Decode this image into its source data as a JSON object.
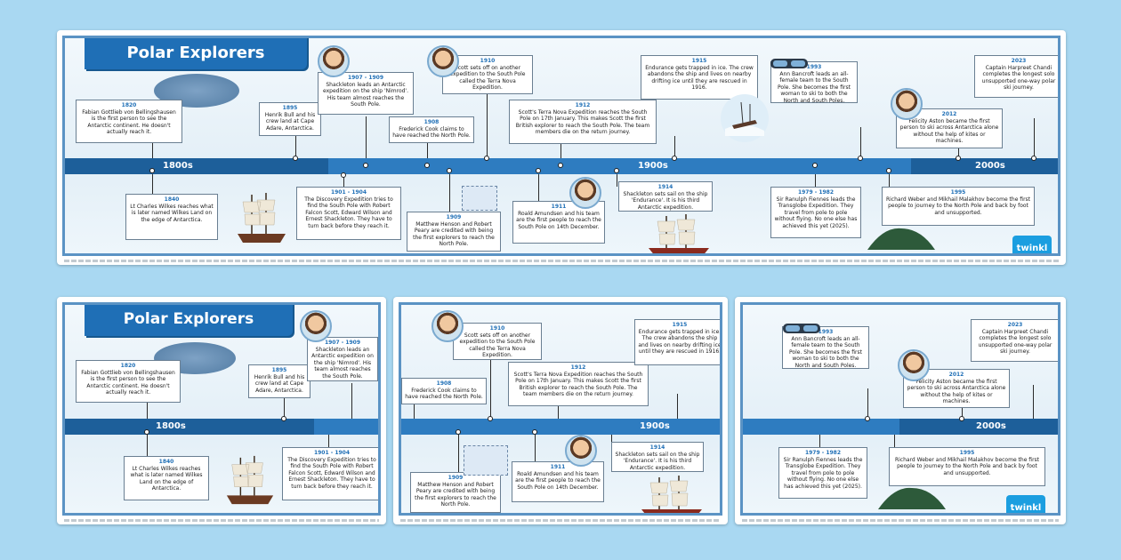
{
  "title": "Polar Explorers",
  "eras": {
    "e1800": "1800s",
    "e1900": "1900s",
    "e2000": "2000s"
  },
  "brand": "twinkl",
  "colors": {
    "accent": "#1f6fb6",
    "band_dark": "#1d5f9a",
    "band_light": "#2e7cc0",
    "background": "#a9d8f2"
  },
  "events": {
    "e1820": {
      "year": "1820",
      "text": "Fabian Gottlieb von Bellingshausen is the first person to see the Antarctic continent. He doesn't actually reach it."
    },
    "e1840": {
      "year": "1840",
      "text": "Lt Charles Wilkes reaches what is later named Wilkes Land on the edge of Antarctica."
    },
    "e1895": {
      "year": "1895",
      "text": "Henrik Bull and his crew land at Cape Adare, Antarctica."
    },
    "e1901": {
      "year": "1901 - 1904",
      "text": "The Discovery Expedition tries to find the South Pole with Robert Falcon Scott, Edward Wilson and Ernest Shackleton. They have to turn back before they reach it."
    },
    "e1907": {
      "year": "1907 - 1909",
      "text": "Shackleton leads an Antarctic expedition on the ship 'Nimrod'. His team almost reaches the South Pole."
    },
    "e1908": {
      "year": "1908",
      "text": "Frederick Cook claims to have reached the North Pole."
    },
    "e1909": {
      "year": "1909",
      "text": "Matthew Henson and Robert Peary are credited with being the first explorers to reach the North Pole."
    },
    "e1910": {
      "year": "1910",
      "text": "Scott sets off on another expedition to the South Pole called the Terra Nova Expedition."
    },
    "e1911": {
      "year": "1911",
      "text": "Roald Amundsen and his team are the first people to reach the South Pole on 14th December."
    },
    "e1912": {
      "year": "1912",
      "text": "Scott's Terra Nova Expedition reaches the South Pole on 17th January. This makes Scott the first British explorer to reach the South Pole. The team members die on the return journey."
    },
    "e1914": {
      "year": "1914",
      "text": "Shackleton sets sail on the ship 'Endurance'. It is his third Antarctic expedition."
    },
    "e1915": {
      "year": "1915",
      "text": "Endurance gets trapped in ice. The crew abandons the ship and lives on nearby drifting ice until they are rescued in 1916."
    },
    "e1979": {
      "year": "1979 - 1982",
      "text": "Sir Ranulph Fiennes leads the Transglobe Expedition. They travel from pole to pole without flying. No one else has achieved this yet (2025)."
    },
    "e1993": {
      "year": "1993",
      "text": "Ann Bancroft leads an all-female team to the South Pole. She becomes the first woman to ski to both the North and South Poles."
    },
    "e1995": {
      "year": "1995",
      "text": "Richard Weber and Mikhail Malakhov become the first people to journey to the North Pole and back by foot and unsupported."
    },
    "e2012": {
      "year": "2012",
      "text": "Felicity Aston became the first person to ski across Antarctica alone without the help of kites or machines."
    },
    "e2023": {
      "year": "2023",
      "text": "Captain Harpreet Chandi completes the longest solo unsupported one-way polar ski journey."
    }
  }
}
